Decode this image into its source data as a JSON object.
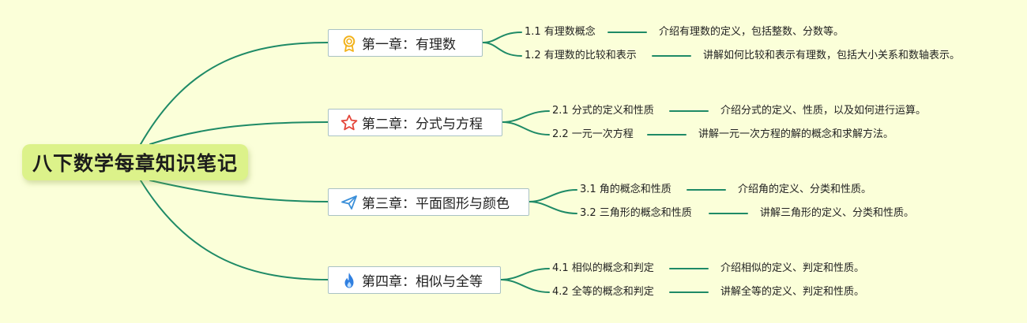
{
  "root": {
    "title": "八下数学每章知识笔记"
  },
  "chapters": [
    {
      "title": "第一章：有理数",
      "icon": "award-icon",
      "icon_color": "#f2b21b",
      "topics": [
        {
          "label": "1.1 有理数概念",
          "desc": "介绍有理数的定义，包括整数、分数等。"
        },
        {
          "label": "1.2 有理数的比较和表示",
          "desc": "讲解如何比较和表示有理数，包括大小关系和数轴表示。"
        }
      ]
    },
    {
      "title": "第二章：分式与方程",
      "icon": "star-icon",
      "icon_color": "#e4463a",
      "topics": [
        {
          "label": "2.1 分式的定义和性质",
          "desc": "介绍分式的定义、性质，以及如何进行运算。"
        },
        {
          "label": "2.2 一元一次方程",
          "desc": "讲解一元一次方程的解的概念和求解方法。"
        }
      ]
    },
    {
      "title": "第三章：平面图形与颜色",
      "icon": "paper-plane-icon",
      "icon_color": "#3a8fd9",
      "topics": [
        {
          "label": "3.1 角的概念和性质",
          "desc": "介绍角的定义、分类和性质。"
        },
        {
          "label": "3.2 三角形的概念和性质",
          "desc": "讲解三角形的定义、分类和性质。"
        }
      ]
    },
    {
      "title": "第四章：相似与全等",
      "icon": "flame-icon",
      "icon_color": "#2f7fe0",
      "topics": [
        {
          "label": "4.1 相似的概念和判定",
          "desc": "介绍相似的定义、判定和性质。"
        },
        {
          "label": "4.2 全等的概念和判定",
          "desc": "讲解全等的定义、判定和性质。"
        }
      ]
    }
  ],
  "colors": {
    "background": "#fbffd9",
    "root_fill": "#dcf28a",
    "line": "#1e8a66"
  }
}
